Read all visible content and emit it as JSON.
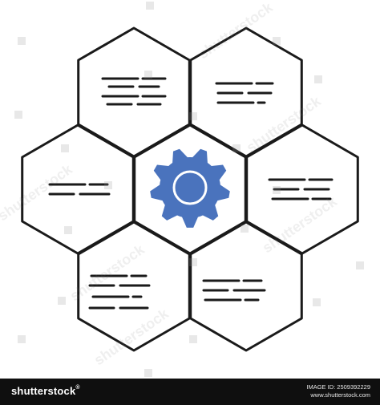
{
  "colors": {
    "background": "#ffffff",
    "outline": "#1a1a1a",
    "gear": "#4a73bd",
    "gear_ring": "#ffffff",
    "footer": "#0f0f0f",
    "footer_text": "#ffffff"
  },
  "icons": {
    "center": "gear-icon",
    "cell_content": "text-lines-icon"
  },
  "diagram": {
    "cells": [
      {
        "id": "top-left",
        "content": "text-lines",
        "line_count": 4
      },
      {
        "id": "top-right",
        "content": "text-lines",
        "line_count": 3
      },
      {
        "id": "middle-left",
        "content": "text-lines",
        "line_count": 2
      },
      {
        "id": "center",
        "content": "gear-icon"
      },
      {
        "id": "middle-right",
        "content": "text-lines",
        "line_count": 3
      },
      {
        "id": "bottom-left",
        "content": "text-lines",
        "line_count": 4
      },
      {
        "id": "bottom-right",
        "content": "text-lines",
        "line_count": 3
      }
    ]
  },
  "watermark": {
    "text": "shutterstock"
  },
  "footer": {
    "logo": "shutterstock",
    "logo_trademark": "®",
    "image_id_line": "IMAGE ID: 2509392229",
    "site": "www.shutterstock.com"
  }
}
